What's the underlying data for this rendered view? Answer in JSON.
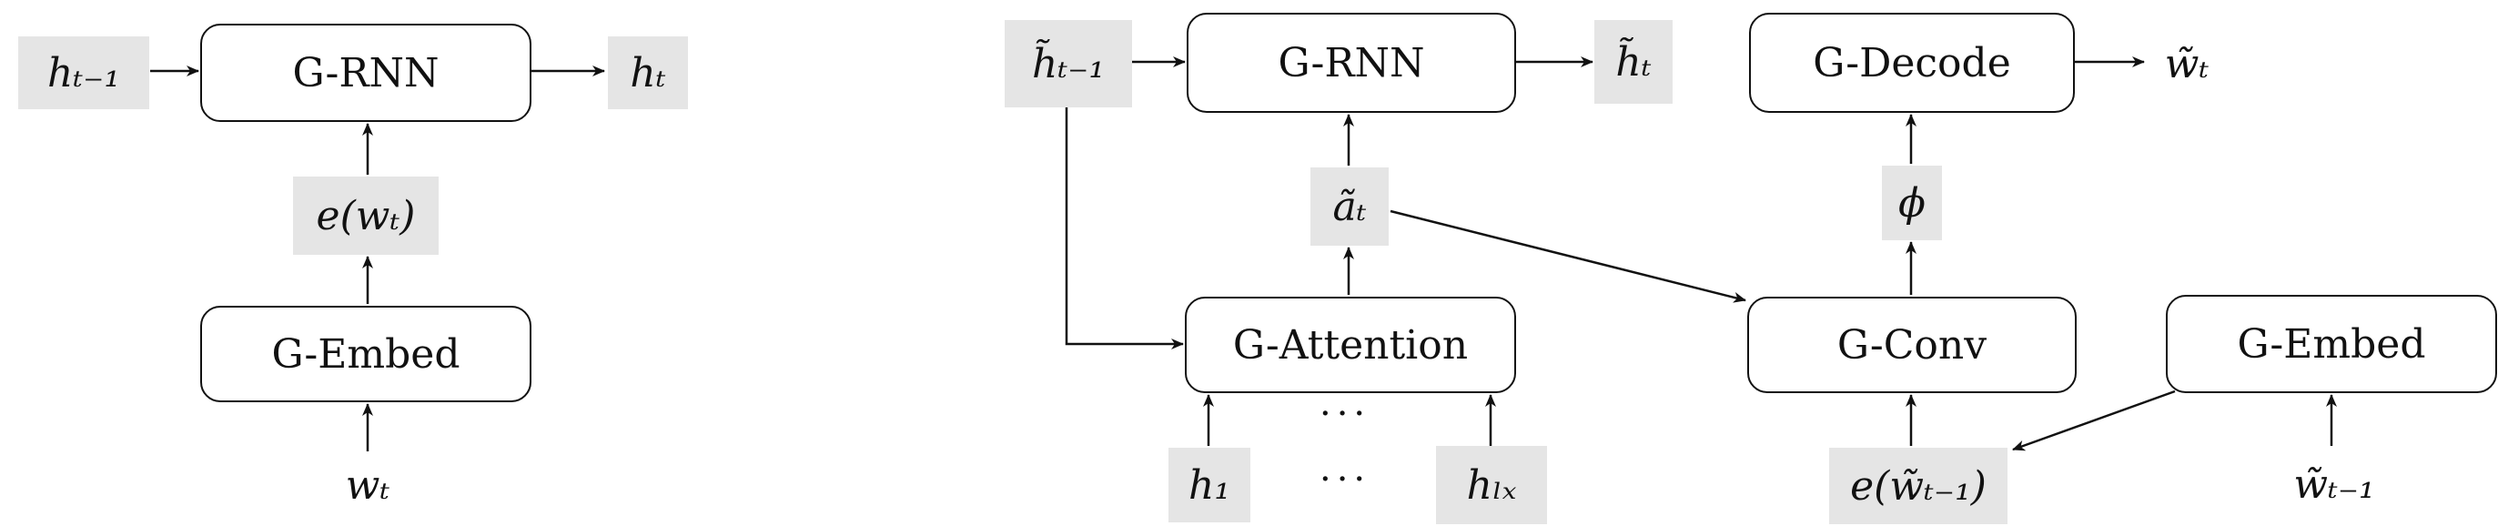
{
  "left_diagram": {
    "h_prev": "hₜ₋₁",
    "rnn_label": "G-RNN",
    "h_out": "hₜ",
    "embedding": "e(wₜ)",
    "embed_label": "G-Embed",
    "w_in": "wₜ"
  },
  "right_diagram": {
    "h_tilde_prev": "h̃ₜ₋₁",
    "rnn_label": "G-RNN",
    "h_tilde_out": "h̃ₜ",
    "attn_ctx": "ãₜ",
    "attention_label": "G-Attention",
    "h1": "h₁",
    "dots": "···",
    "hLx": "hₗₓ",
    "decode_label": "G-Decode",
    "w_tilde_out": "w̃ₜ",
    "phi": "ϕ",
    "conv_label": "G-Conv",
    "embedding_prev": "e(w̃ₜ₋₁)",
    "embed_label": "G-Embed",
    "w_tilde_prev": "w̃ₜ₋₁"
  }
}
